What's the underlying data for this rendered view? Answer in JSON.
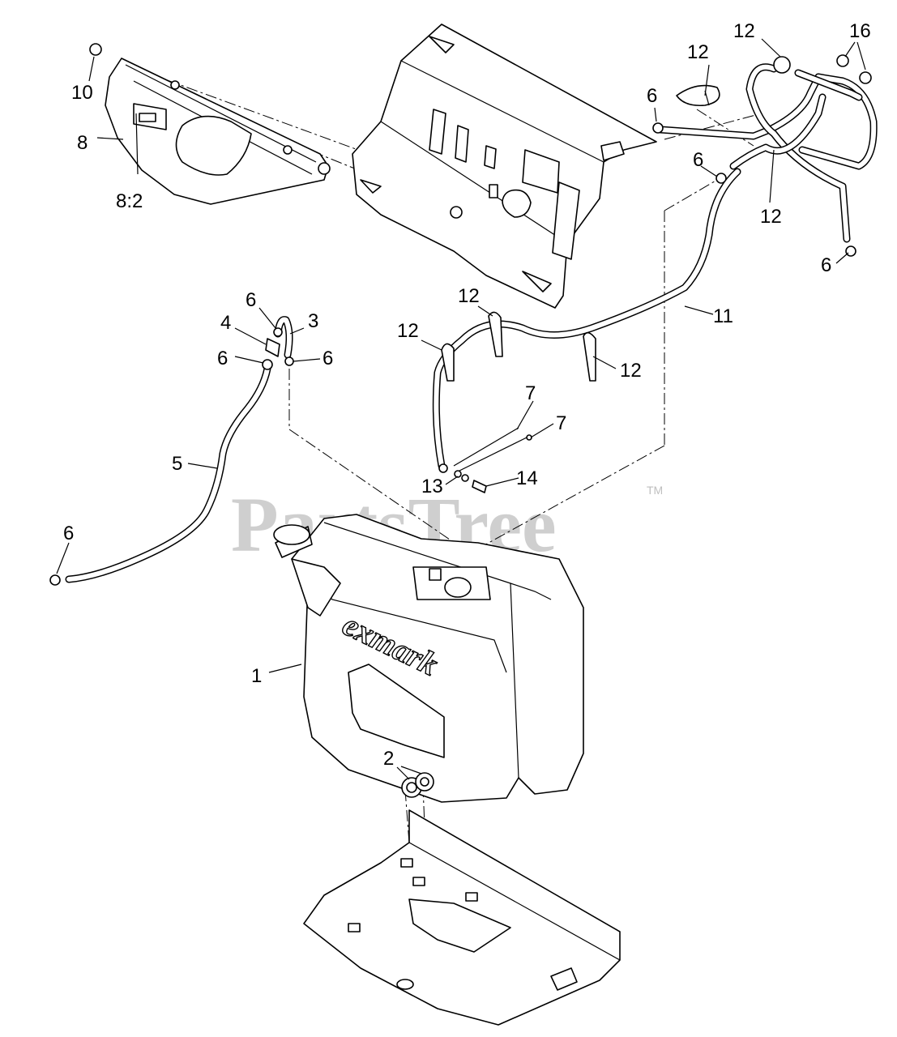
{
  "watermark": {
    "text": "PartsTree",
    "tm": "TM"
  },
  "tank_logo": "exmark",
  "callouts": [
    {
      "id": "c10",
      "label": "10"
    },
    {
      "id": "c8",
      "label": "8"
    },
    {
      "id": "c8-2",
      "label": "8:2"
    },
    {
      "id": "c12-top",
      "label": "12"
    },
    {
      "id": "c12-upper",
      "label": "12"
    },
    {
      "id": "c16",
      "label": "16"
    },
    {
      "id": "c6-rt1",
      "label": "6"
    },
    {
      "id": "c6-rt2",
      "label": "6"
    },
    {
      "id": "c12-rt",
      "label": "12"
    },
    {
      "id": "c6-rt3",
      "label": "6"
    },
    {
      "id": "c11",
      "label": "11"
    },
    {
      "id": "c12-a",
      "label": "12"
    },
    {
      "id": "c12-b",
      "label": "12"
    },
    {
      "id": "c12-c",
      "label": "12"
    },
    {
      "id": "c7-a",
      "label": "7"
    },
    {
      "id": "c7-b",
      "label": "7"
    },
    {
      "id": "c14",
      "label": "14"
    },
    {
      "id": "c13",
      "label": "13"
    },
    {
      "id": "c6-lt1",
      "label": "6"
    },
    {
      "id": "c4",
      "label": "4"
    },
    {
      "id": "c3",
      "label": "3"
    },
    {
      "id": "c6-lt2",
      "label": "6"
    },
    {
      "id": "c6-lt3",
      "label": "6"
    },
    {
      "id": "c5",
      "label": "5"
    },
    {
      "id": "c6-lt4",
      "label": "6"
    },
    {
      "id": "c1",
      "label": "1"
    },
    {
      "id": "c2",
      "label": "2"
    }
  ]
}
